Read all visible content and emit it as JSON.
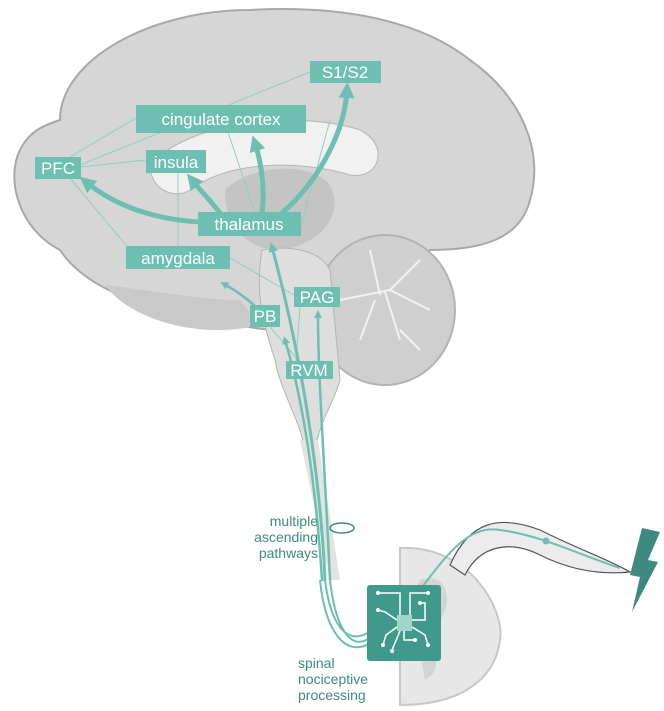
{
  "regions": {
    "s1s2": "S1/S2",
    "cingulate": "cingulate cortex",
    "insula": "insula",
    "pfc": "PFC",
    "thalamus": "thalamus",
    "amygdala": "amygdala",
    "pag": "PAG",
    "pb": "PB",
    "rvm": "RVM"
  },
  "annotations": {
    "ascending": [
      "multiple",
      "ascending",
      "pathways"
    ],
    "spinal": [
      "spinal",
      "nociceptive",
      "processing"
    ]
  },
  "colors": {
    "accent": "#6cbfb1",
    "accent_dark": "#3f8a80",
    "chip": "#3f9a8c",
    "brain": "#d6d6d6",
    "brain_outline": "#a9a9a9"
  }
}
